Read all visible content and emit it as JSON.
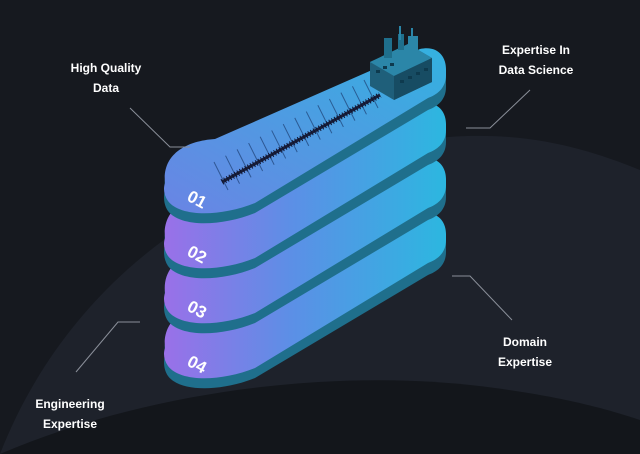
{
  "labels": {
    "high_quality_data": {
      "line1": "High Quality",
      "line2": "Data"
    },
    "expertise_data_science": {
      "line1": "Expertise In",
      "line2": "Data Science"
    },
    "domain_expertise": {
      "line1": "Domain",
      "line2": "Expertise"
    },
    "engineering_expertise": {
      "line1": "Engineering",
      "line2": "Expertise"
    }
  },
  "layers": [
    {
      "number": "01"
    },
    {
      "number": "02"
    },
    {
      "number": "03"
    },
    {
      "number": "04"
    }
  ],
  "colors": {
    "background": "#16191f",
    "background_wave": "#1e222b",
    "gradient_start": "#8f6fe6",
    "gradient_end": "#2bb5e2",
    "hull_side": "#1f6f8c",
    "leader_line": "#8a8f99"
  }
}
